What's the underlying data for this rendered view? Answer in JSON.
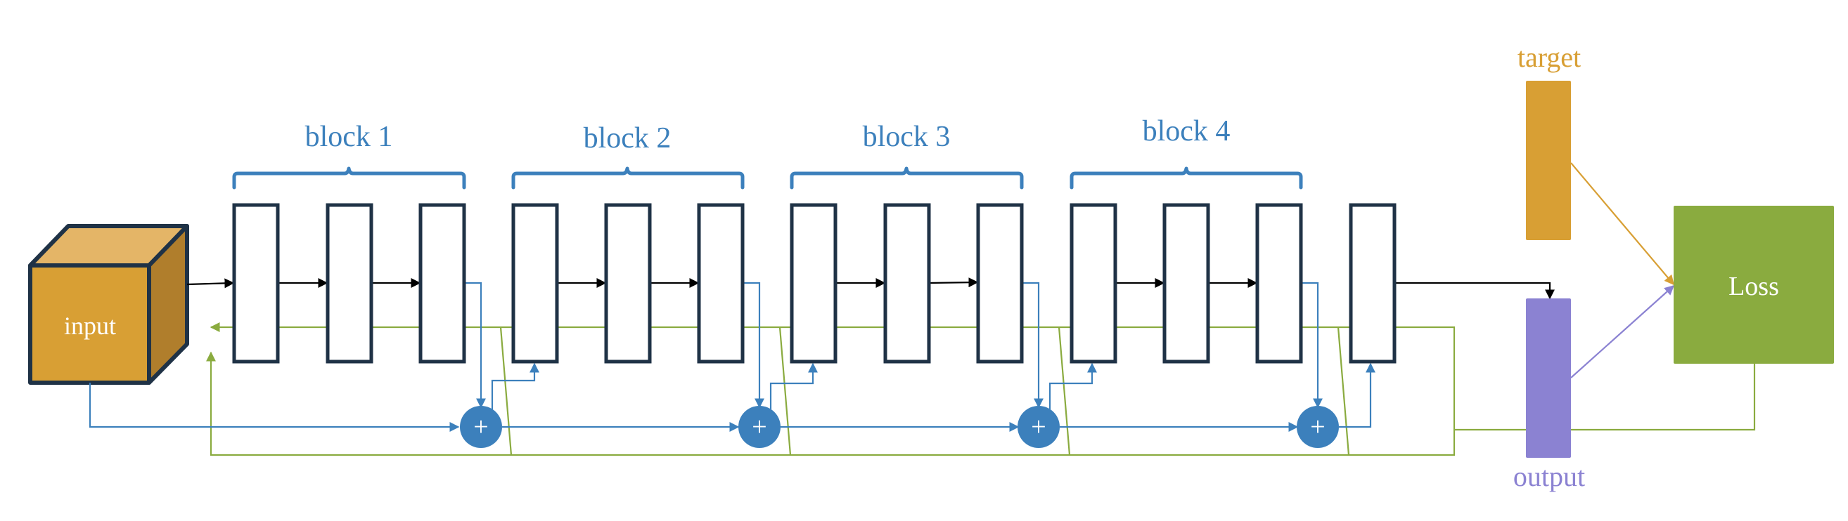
{
  "labels": {
    "input": "input",
    "target": "target",
    "output": "output",
    "loss": "Loss",
    "plus": "+"
  },
  "blocks": [
    {
      "label": "block 1"
    },
    {
      "label": "block 2"
    },
    {
      "label": "block 3"
    },
    {
      "label": "block 4"
    }
  ],
  "colors": {
    "input_front": "#D89F34",
    "input_top": "#E4B567",
    "input_side": "#B07E2C",
    "input_stroke": "#1F3246",
    "layer_stroke": "#1F3246",
    "residual_blue": "#3C80BC",
    "block_label_blue": "#3C80BC",
    "target_orange": "#D89F34",
    "output_purple": "#8B82D2",
    "loss_green": "#8AAB3F",
    "grad_green": "#8AAB3F",
    "flow_black": "#000000"
  }
}
